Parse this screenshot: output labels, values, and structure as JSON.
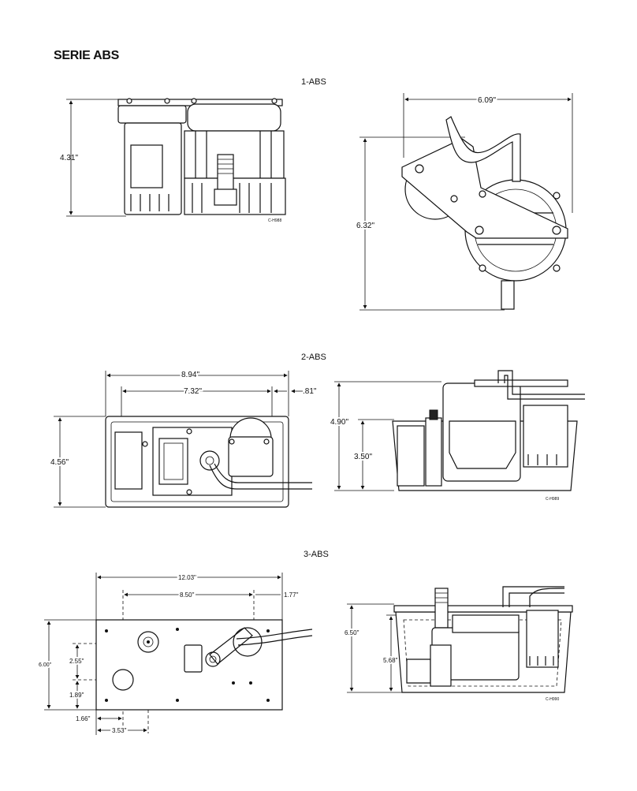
{
  "title": "SERIE ABS",
  "models": {
    "m1": "1-ABS",
    "m2": "2-ABS",
    "m3": "3-ABS"
  },
  "dimensions": {
    "d1_height": "4.31\"",
    "d1_width": "6.09\"",
    "d1_side_height": "6.32\"",
    "d2_width": "8.94\"",
    "d2_inner_width": "7.32\"",
    "d2_offset": ".81\"",
    "d2_height": "4.56\"",
    "d2_side_total": "4.90\"",
    "d2_side_tank": "3.50\"",
    "d3_width": "12.03\"",
    "d3_inner": "8.50\"",
    "d3_offset": "1.77\"",
    "d3_height": "6.00\"",
    "d3_a": "2.55\"",
    "d3_b": "1.89\"",
    "d3_c": "1.66\"",
    "d3_d": "3.53\"",
    "d3_side_total": "6.50\"",
    "d3_side_tank": "5.68\""
  },
  "codes": {
    "c1": "C-H988",
    "c2": "C-H989",
    "c3": "C-H990"
  }
}
